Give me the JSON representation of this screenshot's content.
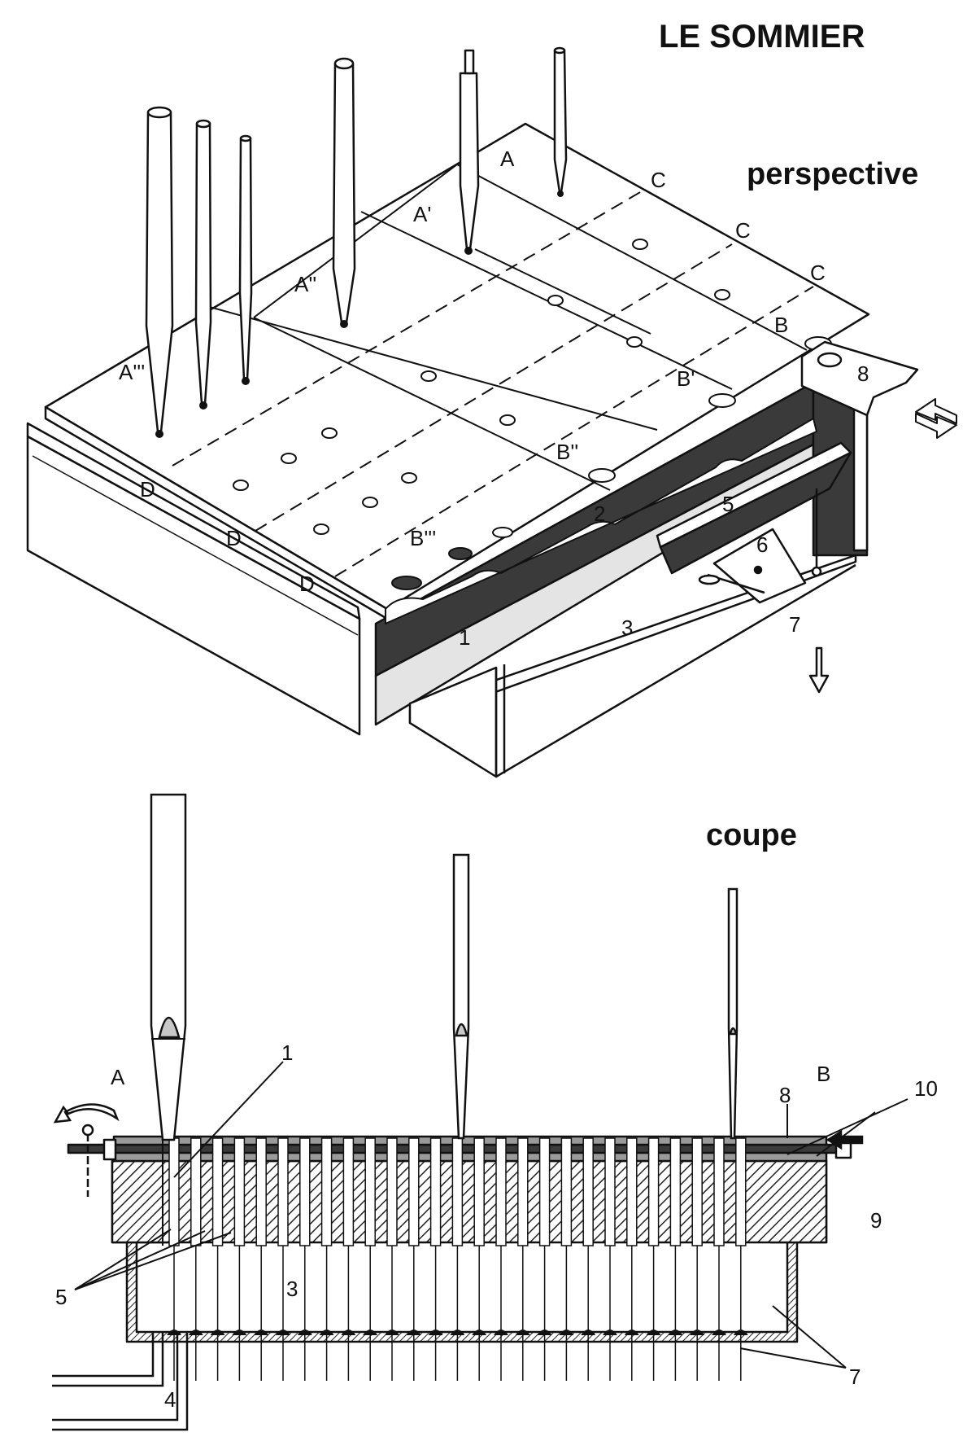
{
  "headings": {
    "title": "LE SOMMIER",
    "perspective": "perspective",
    "section": "coupe"
  },
  "perspective_labels": {
    "A": "A",
    "A1": "A'",
    "A2": "A''",
    "A3": "A'''",
    "B": "B",
    "B1": "B'",
    "B2": "B''",
    "B3": "B'''",
    "C1": "C",
    "C2": "C",
    "C3": "C",
    "D1": "D",
    "D2": "D",
    "D3": "D",
    "n1": "1",
    "n2": "2",
    "n3": "3",
    "n5": "5",
    "n6": "6",
    "n7": "7",
    "n8": "8"
  },
  "section_labels": {
    "A": "A",
    "B": "B",
    "n1": "1",
    "n3": "3",
    "n4": "4",
    "n5": "5",
    "n7": "7",
    "n8": "8",
    "n9": "9",
    "n10": "10"
  },
  "colors": {
    "ink": "#111111",
    "dark_fill": "#3a3a3a",
    "light_fill": "#e2e2e2",
    "paper": "#ffffff"
  }
}
